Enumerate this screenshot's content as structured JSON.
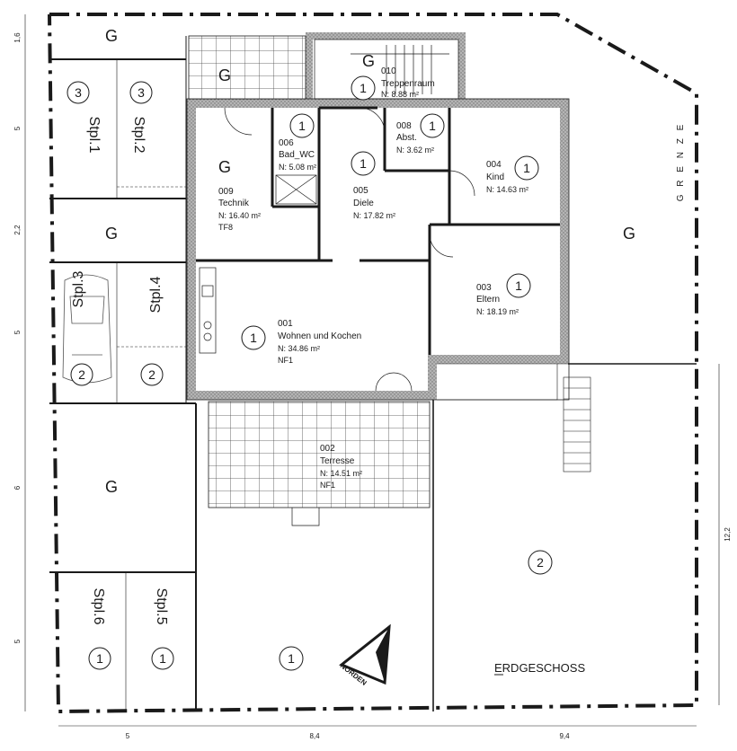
{
  "parking": {
    "g_label": "G",
    "stpl1": "Stpl.1",
    "stpl2": "Stpl.2",
    "stpl3": "Stpl.3",
    "stpl4": "Stpl.4",
    "stpl5": "Stpl.5",
    "stpl6": "Stpl.6"
  },
  "rooms": {
    "r010": {
      "num": "010",
      "name": "Treppenraum",
      "area": "N:  8.88  m²"
    },
    "r006": {
      "num": "006",
      "name": "Bad_WC",
      "area": "N:  5.08  m²"
    },
    "r008": {
      "num": "008",
      "name": "Abst.",
      "area": "N:  3.62  m²"
    },
    "r004": {
      "num": "004",
      "name": "Kind",
      "area": "N:  14.63  m²"
    },
    "r009": {
      "num": "009",
      "name": "Technik",
      "area": "N:  16.40  m²",
      "extra": "TF8"
    },
    "r005": {
      "num": "005",
      "name": "Diele",
      "area": "N:  17.82  m²"
    },
    "r003": {
      "num": "003",
      "name": "Eltern",
      "area": "N:  18.19  m²"
    },
    "r001": {
      "num": "001",
      "name": "Wohnen und Kochen",
      "area": "N:  34.86  m²",
      "extra": "NF1"
    },
    "r002": {
      "num": "002",
      "name": "Terresse",
      "area": "N:  14.51  m²",
      "extra": "NF1"
    }
  },
  "markers": {
    "one": "1",
    "two": "2",
    "three": "3",
    "g": "G"
  },
  "labels": {
    "grenze": "G R E N Z E",
    "erdgeschoss": "ERDGESCHOSS",
    "norden": "NORDEN"
  },
  "dimensions": {
    "left": [
      "1,6",
      "5",
      "2,2",
      "5",
      "6",
      "5"
    ],
    "bottom": [
      "5",
      "8,4",
      "9,4"
    ],
    "right": "12,2"
  },
  "colors": {
    "line": "#1a1a1a",
    "wall_hatch": "#8a8a8a",
    "paving": "#bdbdbd"
  }
}
